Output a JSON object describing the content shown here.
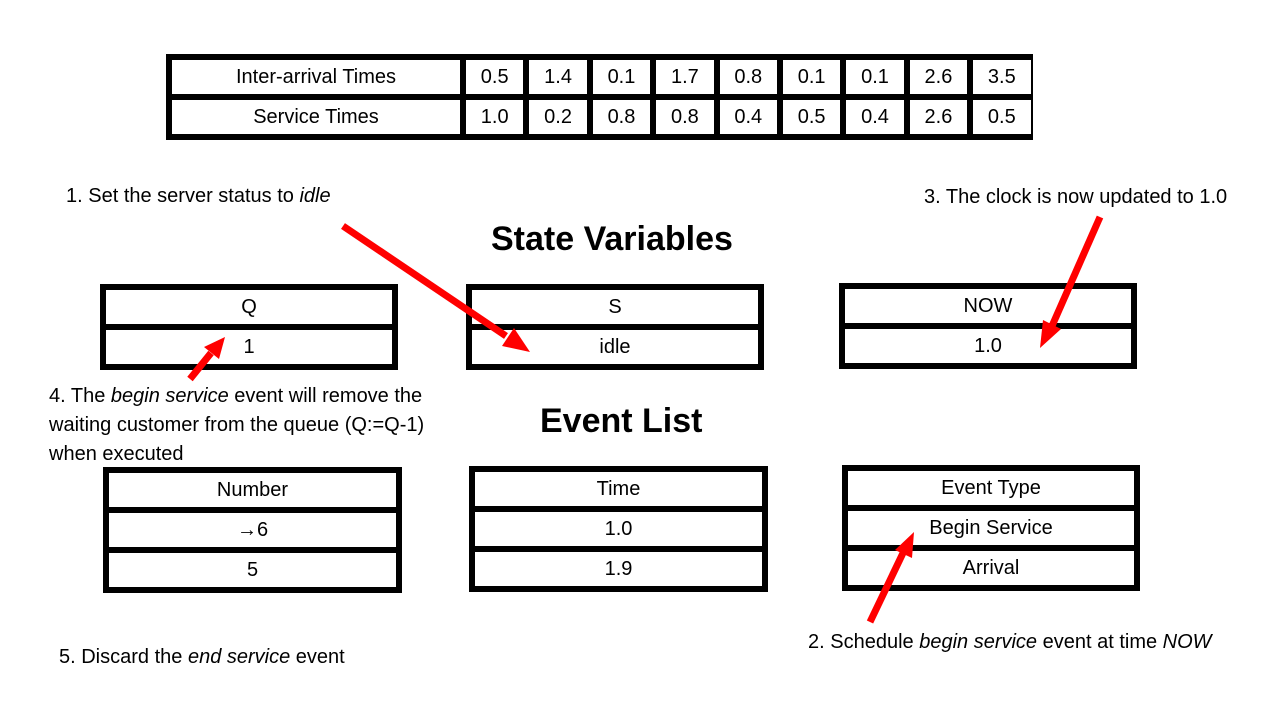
{
  "table": {
    "rows": [
      {
        "label": "Inter-arrival Times",
        "values": [
          "0.5",
          "1.4",
          "0.1",
          "1.7",
          "0.8",
          "0.1",
          "0.1",
          "2.6",
          "3.5"
        ]
      },
      {
        "label": "Service Times",
        "values": [
          "1.0",
          "0.2",
          "0.8",
          "0.8",
          "0.4",
          "0.5",
          "0.4",
          "2.6",
          "0.5"
        ]
      }
    ]
  },
  "headings": {
    "state_variables": "State Variables",
    "event_list": "Event List"
  },
  "state": {
    "q": {
      "header": "Q",
      "value": "1"
    },
    "s": {
      "header": "S",
      "value": "idle"
    },
    "now": {
      "header": "NOW",
      "value": "1.0"
    }
  },
  "event_list": {
    "number": {
      "header": "Number",
      "rows": [
        "→6",
        "5"
      ]
    },
    "time": {
      "header": "Time",
      "rows": [
        "1.0",
        "1.9"
      ]
    },
    "event_type": {
      "header": "Event Type",
      "rows": [
        "Begin Service",
        "Arrival"
      ]
    }
  },
  "notes": {
    "n1": {
      "pre": "1. Set the server status to ",
      "em": "idle"
    },
    "n2": {
      "pre": "2. Schedule ",
      "em1": "begin service",
      "mid": " event at time ",
      "em2": "NOW"
    },
    "n3": {
      "text": "3. The clock is now updated to 1.0"
    },
    "n4": {
      "pre": "4. The ",
      "em": "begin service",
      "post": " event will remove the",
      "line2": "waiting customer from the queue (Q:=Q-1)",
      "line3": "when executed"
    },
    "n5": {
      "pre": "5. Discard the ",
      "em": "end service",
      "post": " event"
    }
  },
  "colors": {
    "arrow": "#ff0000",
    "border": "#000000"
  }
}
